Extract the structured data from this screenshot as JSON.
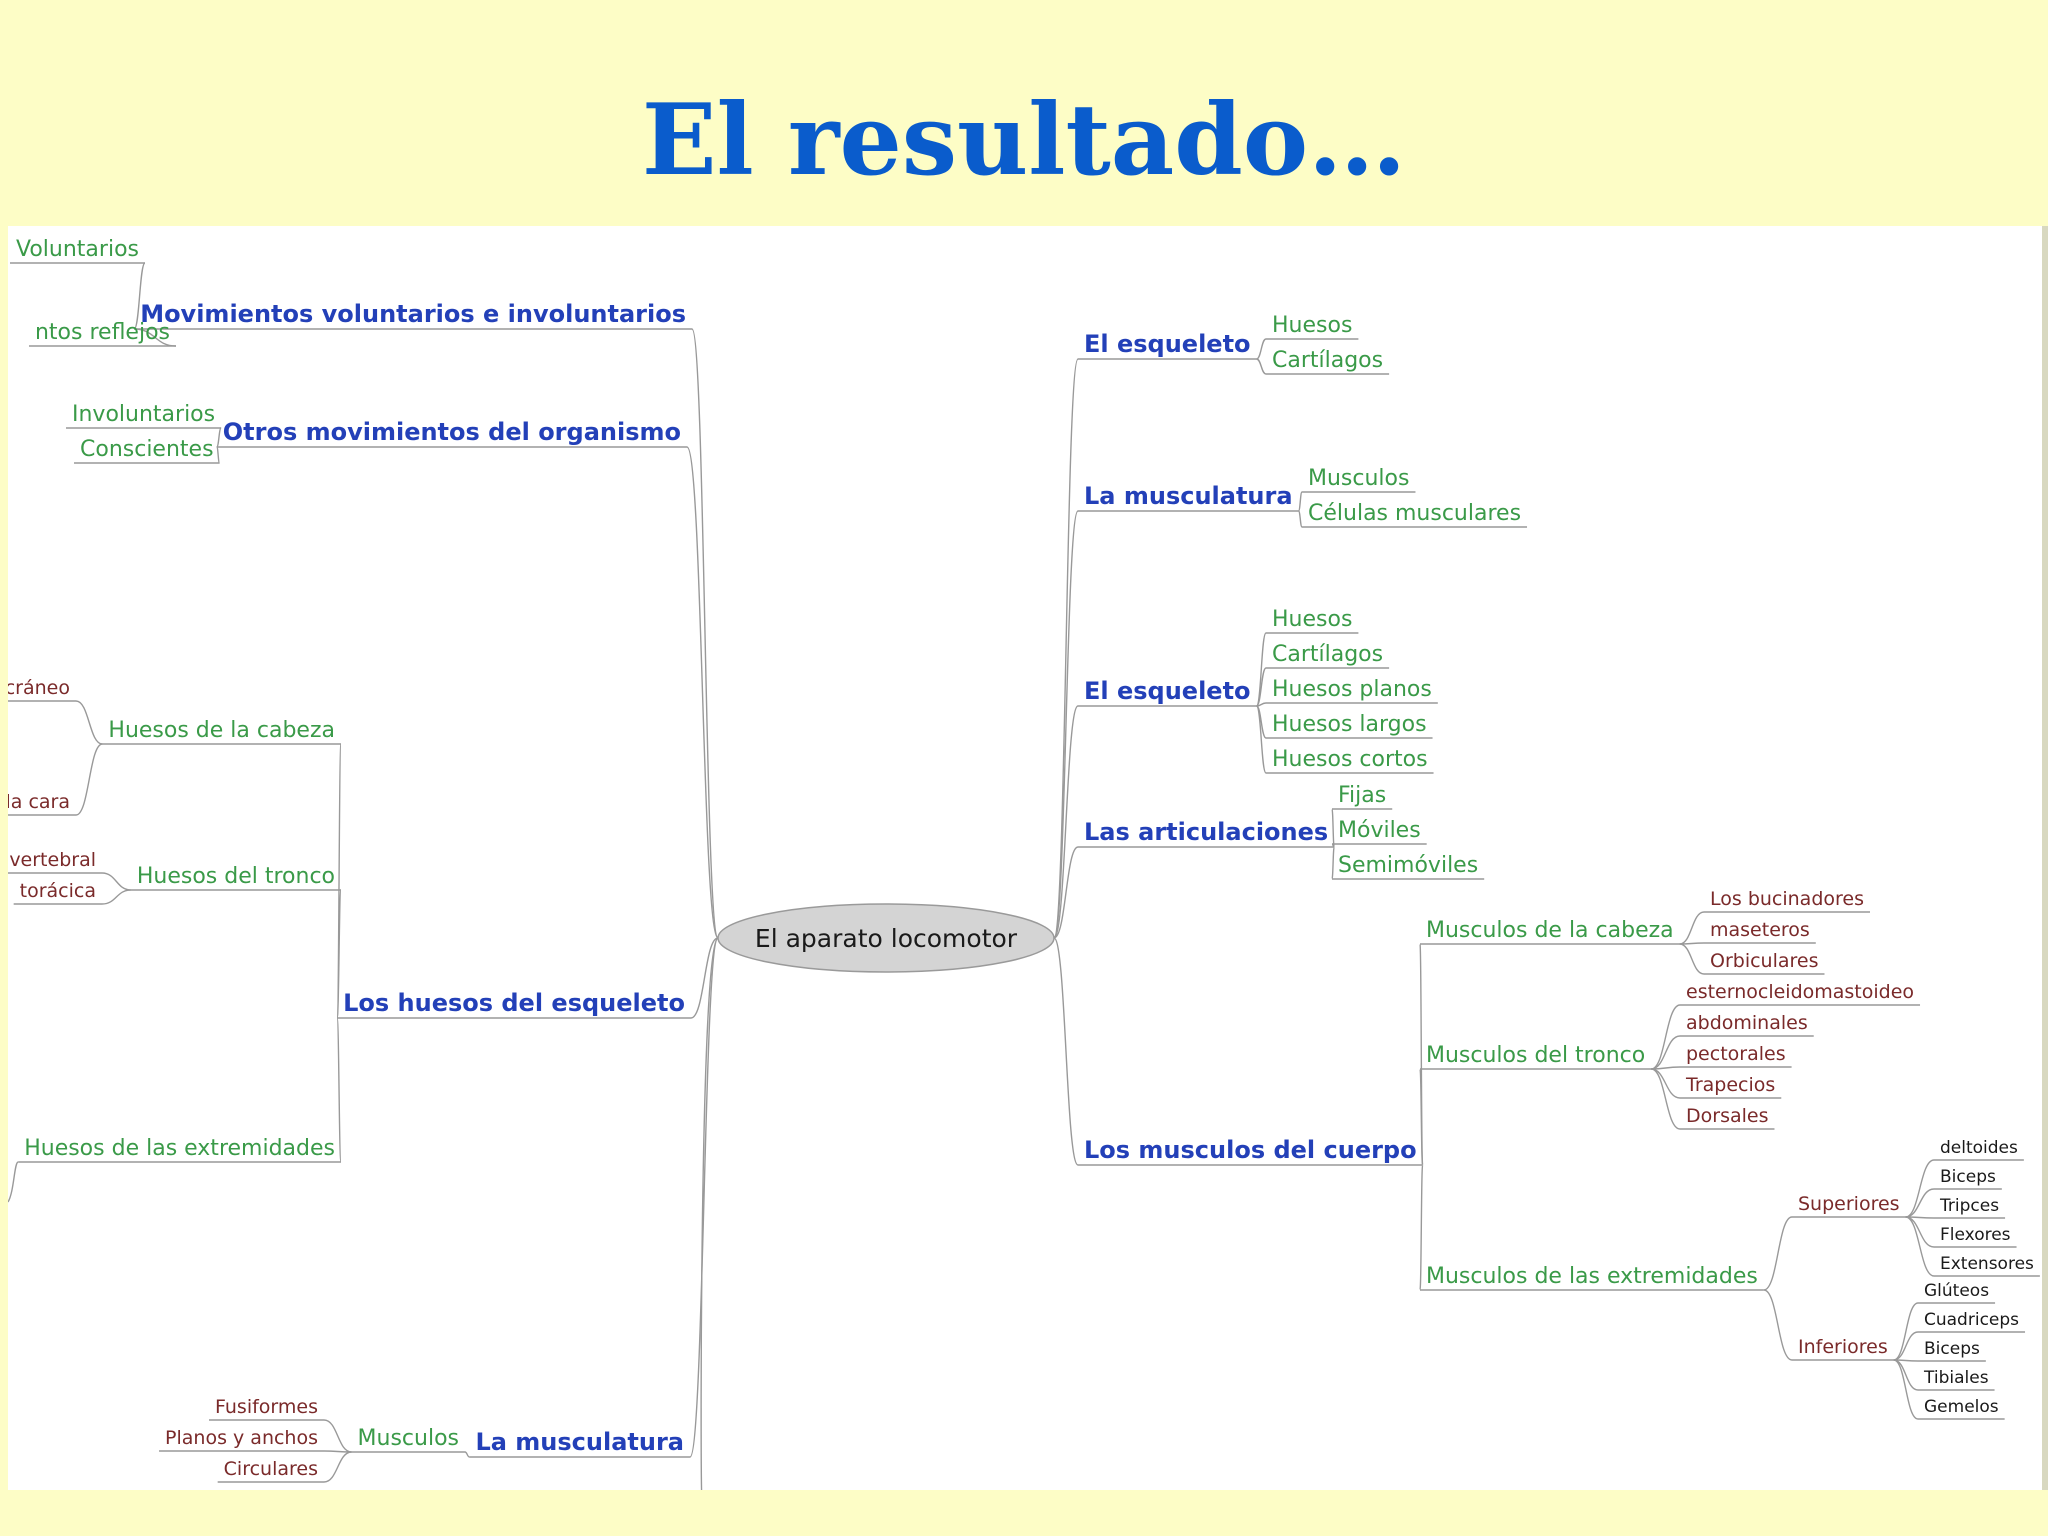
{
  "slide": {
    "title": "El resultado…"
  },
  "colors": {
    "background": "#fdfdc6",
    "title": "#0a5ccc",
    "level1": "#2340b8",
    "level2": "#3a9a48",
    "level3": "#7a2a2a",
    "level4": "#1a1a1a",
    "connector": "#999999",
    "root_fill": "#d4d4d4"
  },
  "mindmap": {
    "root": "El aparato locomotor",
    "right": [
      {
        "label": "El esqueleto",
        "children": [
          {
            "label": "Huesos"
          },
          {
            "label": "Cartílagos"
          }
        ]
      },
      {
        "label": "La musculatura",
        "children": [
          {
            "label": "Musculos"
          },
          {
            "label": "Células musculares"
          }
        ]
      },
      {
        "label": "El esqueleto",
        "children": [
          {
            "label": "Huesos"
          },
          {
            "label": "Cartílagos"
          },
          {
            "label": "Huesos planos"
          },
          {
            "label": "Huesos largos"
          },
          {
            "label": "Huesos cortos"
          }
        ]
      },
      {
        "label": "Las articulaciones",
        "children": [
          {
            "label": "Fijas"
          },
          {
            "label": "Móviles"
          },
          {
            "label": "Semimóviles"
          }
        ]
      },
      {
        "label": "Los musculos del cuerpo",
        "children": [
          {
            "label": "Musculos de la cabeza",
            "children": [
              {
                "label": "Los bucinadores"
              },
              {
                "label": "maseteros"
              },
              {
                "label": "Orbiculares"
              }
            ]
          },
          {
            "label": "Musculos del tronco",
            "children": [
              {
                "label": "esternocleidomastoideo"
              },
              {
                "label": "abdominales"
              },
              {
                "label": "pectorales"
              },
              {
                "label": "Trapecios"
              },
              {
                "label": "Dorsales"
              }
            ]
          },
          {
            "label": "Musculos de las extremidades",
            "children": [
              {
                "label": "Superiores",
                "children": [
                  {
                    "label": "deltoides"
                  },
                  {
                    "label": "Biceps"
                  },
                  {
                    "label": "Tripces"
                  },
                  {
                    "label": "Flexores"
                  },
                  {
                    "label": "Extensores"
                  }
                ]
              },
              {
                "label": "Inferiores",
                "children": [
                  {
                    "label": "Glúteos"
                  },
                  {
                    "label": "Cuadriceps"
                  },
                  {
                    "label": "Biceps"
                  },
                  {
                    "label": "Tibiales"
                  },
                  {
                    "label": "Gemelos"
                  }
                ]
              }
            ]
          }
        ]
      }
    ],
    "left": [
      {
        "label": "Movimientos voluntarios e involuntarios",
        "children": [
          {
            "label": "Voluntarios"
          },
          {
            "label": "ntos reflejos"
          }
        ]
      },
      {
        "label": "Otros movimientos del organismo",
        "children": [
          {
            "label": "Involuntarios"
          },
          {
            "label": "Conscientes"
          }
        ]
      },
      {
        "label": "Los huesos del esqueleto",
        "children": [
          {
            "label": "Huesos de la cabeza",
            "children": [
              {
                "label": "cráneo"
              },
              {
                "label": "la cara"
              }
            ]
          },
          {
            "label": "Huesos del tronco",
            "children": [
              {
                "label": "vertebral"
              },
              {
                "label": "torácica"
              }
            ]
          },
          {
            "label": "Huesos de las extremidades"
          }
        ]
      },
      {
        "label": "La musculatura",
        "children": [
          {
            "label": "Musculos",
            "children": [
              {
                "label": "Fusiformes"
              },
              {
                "label": "Planos y anchos"
              },
              {
                "label": "Circulares"
              }
            ]
          }
        ]
      }
    ]
  }
}
